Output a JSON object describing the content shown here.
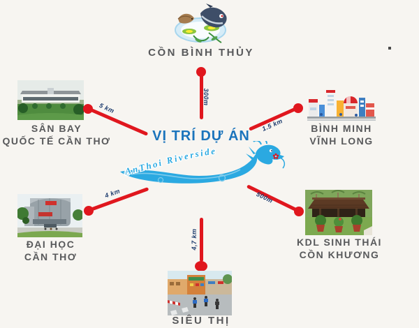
{
  "title": "VỊ TRÍ DỰ ÁN",
  "project": {
    "name": "AnThoi Riverside"
  },
  "landmarks": {
    "top": {
      "label": "CỒN BÌNH THỦY",
      "distance": "300m"
    },
    "left_top": {
      "line1": "SÂN BAY",
      "line2": "QUỐC TẾ CẦN THƠ",
      "distance": "5 km"
    },
    "right_top": {
      "line1": "BÌNH MINH",
      "line2": "VĨNH LONG",
      "distance": "1.5 km"
    },
    "left_bottom": {
      "line1": "ĐẠI HỌC",
      "line2": "CẦN THƠ",
      "distance": "4 km"
    },
    "right_bottom": {
      "line1": "KDL SINH THÁI",
      "line2": "CỒN KHƯƠNG",
      "distance": "500m"
    },
    "bottom": {
      "label": "SIÊU THỊ",
      "distance": "4,7 km"
    }
  },
  "icons": {
    "top": "fish-dish-illustration",
    "left_top": "airport-photo",
    "right_top": "town-skyline-illustration",
    "left_bottom": "university-photo",
    "right_bottom": "eco-garden-photo",
    "bottom": "market-street-photo",
    "center": "dragon-wave-logo",
    "marker": "flower-location-marker"
  },
  "colors": {
    "background": "#f7f5f1",
    "accent_red": "#e0171e",
    "title_blue": "#1b74bc",
    "wave_blue": "#2ba9e1",
    "distance_navy": "#1d3c6e",
    "label_gray": "#58595b"
  }
}
